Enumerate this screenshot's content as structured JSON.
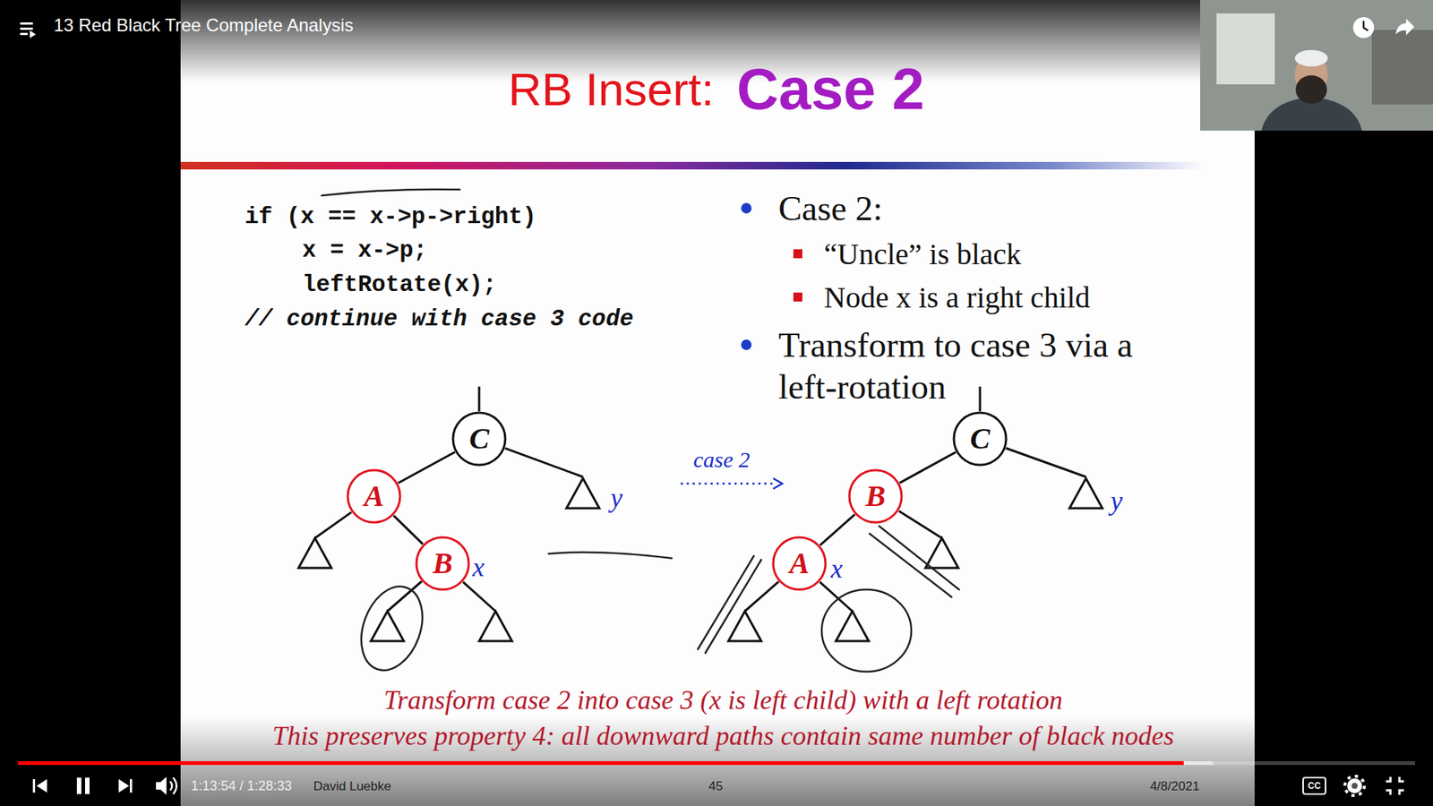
{
  "diagram": {
    "title": "RB Insert:",
    "caption": "Transform case 2 into case 3 (x is left child) with a left rotation",
    "nodes": [
      {
        "text": [
          "C"
        ]
      },
      {
        "text": [
          "A"
        ]
      },
      {
        "text": [
          "B"
        ]
      },
      {
        "text": [
          "C"
        ]
      },
      {
        "text": [
          "B"
        ]
      },
      {
        "text": [
          "A"
        ]
      }
    ],
    "edges": [
      {
        "from": 0,
        "to": 1,
        "arrow": "none"
      },
      {
        "from": 1,
        "to": 2,
        "arrow": "none"
      },
      {
        "from": 3,
        "to": 4,
        "arrow": "none"
      },
      {
        "from": 4,
        "to": 5,
        "arrow": "none"
      }
    ],
    "labels": [
      "Case 2",
      "if (x == x->p->right)",
      "x = x->p;",
      "leftRotate(x);",
      "// continue with case 3 code",
      "Case 2:",
      "“Uncle” is black",
      "Node x is a right child",
      "Transform to case 3 via a left-rotation",
      "x",
      "y",
      "case 2",
      "x",
      "y",
      "This preserves property 4: all downward paths contain same number of black nodes",
      "David Luebke",
      "45",
      "4/8/2021",
      "13 Red Black Tree Complete Analysis",
      "1:13:54 / 1:28:33",
      "CC"
    ]
  }
}
